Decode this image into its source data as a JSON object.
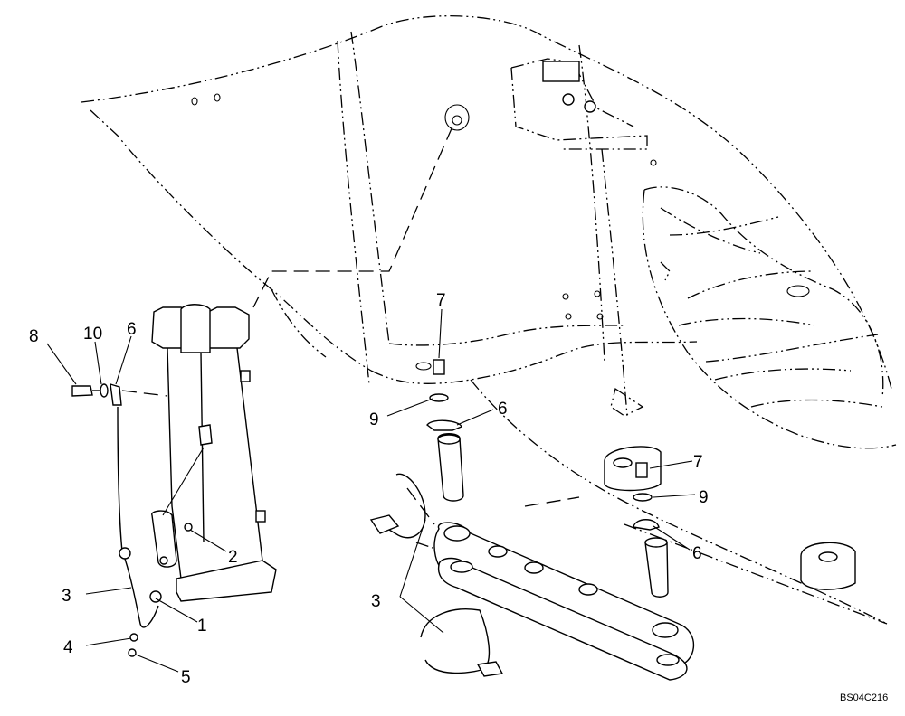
{
  "diagram": {
    "drawing_code": "BS04C216",
    "callouts": [
      {
        "id": "c8",
        "text": "8"
      },
      {
        "id": "c10",
        "text": "10"
      },
      {
        "id": "c6a",
        "text": "6"
      },
      {
        "id": "c2",
        "text": "2"
      },
      {
        "id": "c3a",
        "text": "3"
      },
      {
        "id": "c1",
        "text": "1"
      },
      {
        "id": "c4",
        "text": "4"
      },
      {
        "id": "c5",
        "text": "5"
      },
      {
        "id": "c7a",
        "text": "7"
      },
      {
        "id": "c9a",
        "text": "9"
      },
      {
        "id": "c6b",
        "text": "6"
      },
      {
        "id": "c7b",
        "text": "7"
      },
      {
        "id": "c9b",
        "text": "9"
      },
      {
        "id": "c6c",
        "text": "6"
      },
      {
        "id": "c3b",
        "text": "3"
      }
    ]
  }
}
